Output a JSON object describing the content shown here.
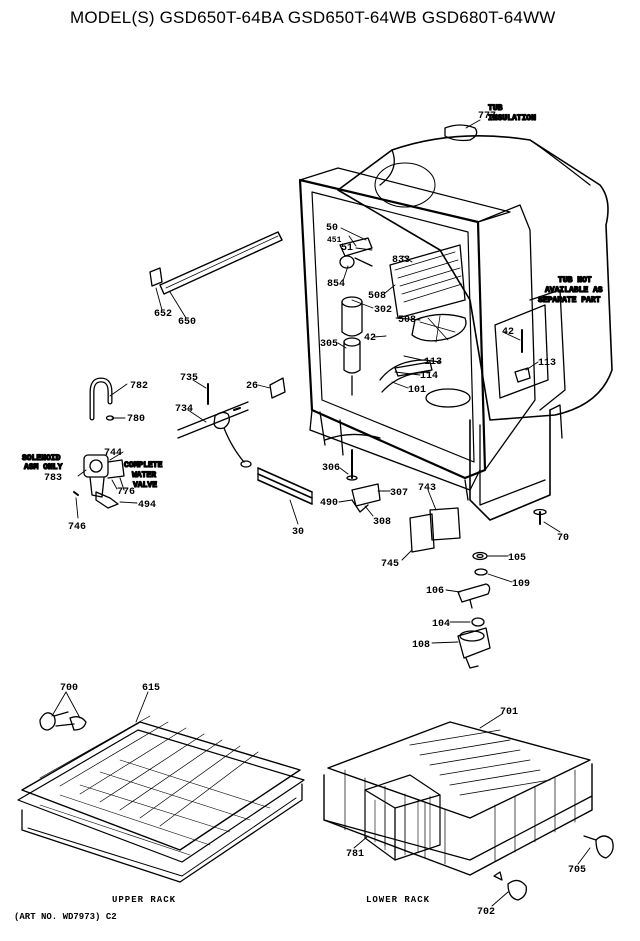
{
  "title": "MODEL(S) GSD650T-64BA  GSD650T-64WB  GSD680T-64WW",
  "art_number": "(ART NO. WD7973) C2",
  "notes": {
    "tub_insulation": [
      "TUB",
      "INSULATION"
    ],
    "tub_not_available": [
      "TUB NOT",
      "AVAILABLE AS",
      "SEPARATE PART"
    ],
    "solenoid": [
      "SOLENOID",
      "ASM ONLY"
    ],
    "complete_valve": [
      "COMPLETE",
      "WATER",
      "VALVE"
    ]
  },
  "captions": {
    "upper_rack": "UPPER RACK",
    "lower_rack": "LOWER RACK"
  },
  "labels": {
    "p777": "777",
    "p50": "50",
    "p451": "451",
    "p51": "51",
    "p833": "833",
    "p854": "854",
    "p508a": "508",
    "p302": "302",
    "p508b": "508",
    "p42a": "42",
    "p305": "305",
    "p113a": "113",
    "p114": "114",
    "p101": "101",
    "p42b": "42",
    "p113b": "113",
    "p652": "652",
    "p650": "650",
    "p782": "782",
    "p780": "780",
    "p735": "735",
    "p26": "26",
    "p734": "734",
    "p744": "744",
    "p783": "783",
    "p776": "776",
    "p494": "494",
    "p746": "746",
    "p306": "306",
    "p743": "743",
    "p307": "307",
    "p490": "490",
    "p308": "308",
    "p30": "30",
    "p745": "745",
    "p70": "70",
    "p105": "105",
    "p109": "109",
    "p106": "106",
    "p104": "104",
    "p108": "108",
    "p700": "700",
    "p615": "615",
    "p701": "701",
    "p781": "781",
    "p705": "705",
    "p702": "702"
  }
}
